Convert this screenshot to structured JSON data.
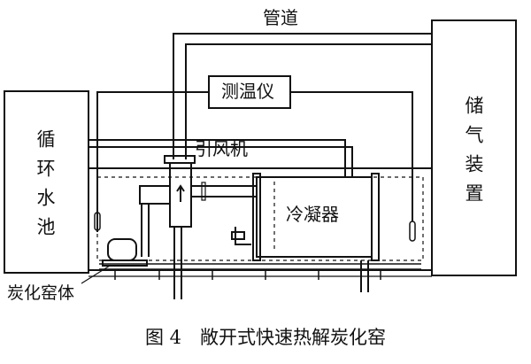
{
  "labels": {
    "pipe": "管道",
    "thermometer": "测温仪",
    "fan": "引风机",
    "condenser": "冷凝器",
    "water_pool": "循环水池",
    "storage": "储气装置",
    "kiln_body": "炭化窑体"
  },
  "caption": "图 4　敞开式快速热解炭化窑"
}
